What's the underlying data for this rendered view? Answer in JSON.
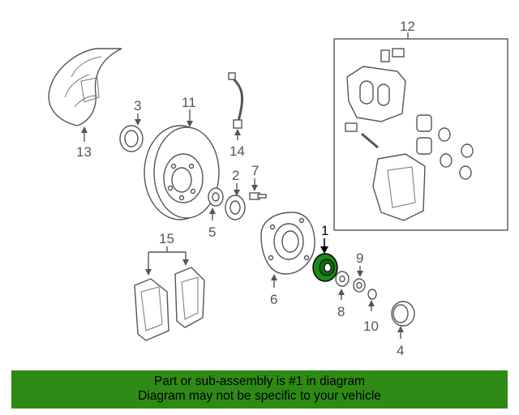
{
  "diagram": {
    "callouts": {
      "c1": "1",
      "c2": "2",
      "c3": "3",
      "c4": "4",
      "c5": "5",
      "c6": "6",
      "c7": "7",
      "c8": "8",
      "c9": "9",
      "c10": "10",
      "c11": "11",
      "c12": "12",
      "c13": "13",
      "c14": "14",
      "c15": "15"
    },
    "highlight_part": "1",
    "highlight_color": "#1a8a1a"
  },
  "banner": {
    "line1": "Part or sub-assembly is #1 in diagram",
    "line2": "Diagram may not be specific to your vehicle",
    "background": "#2e8a14"
  }
}
